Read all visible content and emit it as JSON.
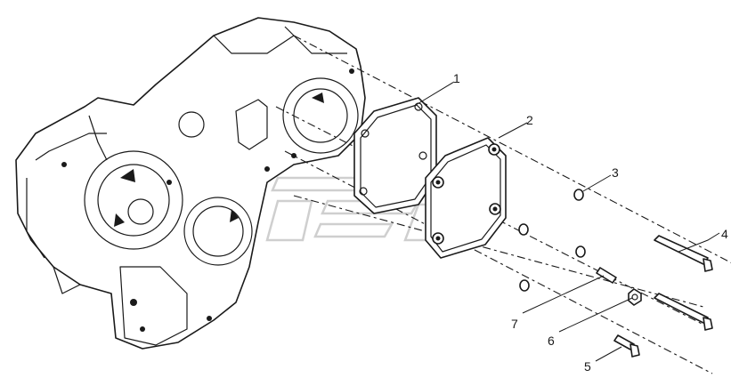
{
  "diagram": {
    "callouts": [
      {
        "id": "callout-1",
        "text": "1"
      },
      {
        "id": "callout-2",
        "text": "2"
      },
      {
        "id": "callout-3",
        "text": "3"
      },
      {
        "id": "callout-4",
        "text": "4"
      },
      {
        "id": "callout-5",
        "text": "5"
      },
      {
        "id": "callout-6",
        "text": "6"
      },
      {
        "id": "callout-7",
        "text": "7"
      }
    ],
    "colors": {
      "line": "#1a1a1a",
      "watermark": "#cfcfcf",
      "background": "#ffffff"
    }
  }
}
